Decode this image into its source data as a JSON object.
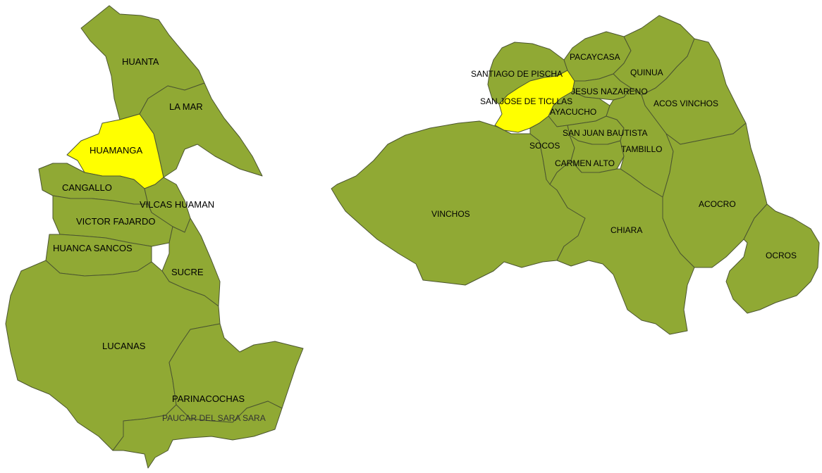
{
  "colors": {
    "region": "#90a934",
    "highlight": "#ffff00",
    "border": "#4b5530"
  },
  "department_map": {
    "highlighted": "HUAMANGA",
    "provinces": [
      {
        "id": "huanta",
        "label": "HUANTA"
      },
      {
        "id": "la-mar",
        "label": "LA MAR"
      },
      {
        "id": "huamanga",
        "label": "HUAMANGA"
      },
      {
        "id": "cangallo",
        "label": "CANGALLO"
      },
      {
        "id": "vilcas-huaman",
        "label": "VILCAS HUAMAN"
      },
      {
        "id": "victor-fajardo",
        "label": "VICTOR FAJARDO"
      },
      {
        "id": "huanca-sancos",
        "label": "HUANCA SANCOS"
      },
      {
        "id": "sucre",
        "label": "SUCRE"
      },
      {
        "id": "lucanas",
        "label": "LUCANAS"
      },
      {
        "id": "parinacochas",
        "label": "PARINACOCHAS"
      },
      {
        "id": "paucar-del-sara-sara",
        "label": "PAUCAR DEL SARA SARA"
      }
    ]
  },
  "province_map": {
    "highlighted": "SAN JOSE DE TICLLAS",
    "districts": [
      {
        "id": "pacaycasa",
        "label": "PACAYCASA"
      },
      {
        "id": "santiago-de-pischa",
        "label": "SANTIAGO DE PISCHA"
      },
      {
        "id": "quinua",
        "label": "QUINUA"
      },
      {
        "id": "jesus-nazareno",
        "label": "JESUS NAZARENO"
      },
      {
        "id": "san-jose-de-ticllas",
        "label": "SAN JOSE DE TICLLAS"
      },
      {
        "id": "acos-vinchos",
        "label": "ACOS VINCHOS"
      },
      {
        "id": "ayacucho",
        "label": "AYACUCHO"
      },
      {
        "id": "san-juan-bautista",
        "label": "SAN JUAN BAUTISTA"
      },
      {
        "id": "socos",
        "label": "SOCOS"
      },
      {
        "id": "tambillo",
        "label": "TAMBILLO"
      },
      {
        "id": "carmen-alto",
        "label": "CARMEN ALTO"
      },
      {
        "id": "acocro",
        "label": "ACOCRO"
      },
      {
        "id": "vinchos",
        "label": "VINCHOS"
      },
      {
        "id": "chiara",
        "label": "CHIARA"
      },
      {
        "id": "ocros",
        "label": "OCROS"
      }
    ]
  }
}
